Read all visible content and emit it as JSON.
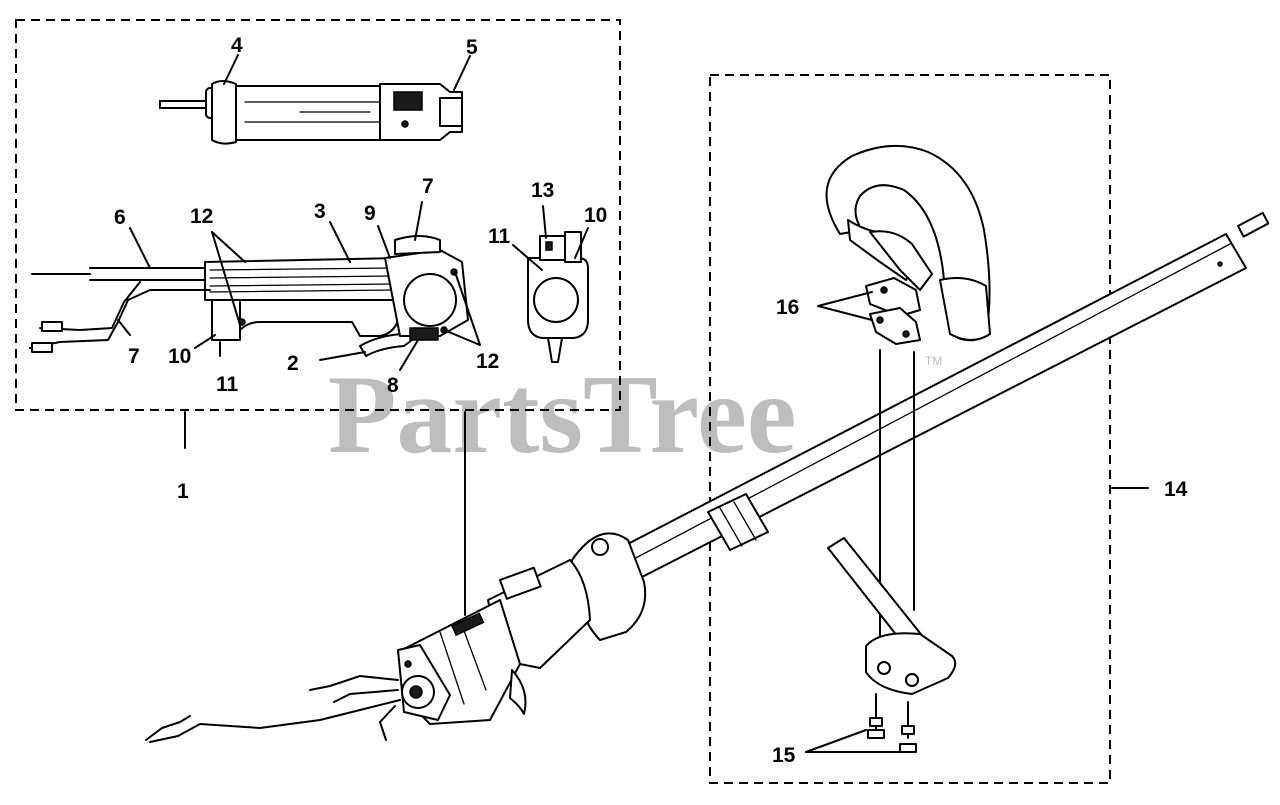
{
  "watermark": {
    "text": "PartsTree",
    "tm": "TM"
  },
  "callouts": [
    {
      "id": "c-1",
      "text": "1"
    },
    {
      "id": "c-2",
      "text": "2"
    },
    {
      "id": "c-3",
      "text": "3"
    },
    {
      "id": "c-4",
      "text": "4"
    },
    {
      "id": "c-5",
      "text": "5"
    },
    {
      "id": "c-6",
      "text": "6"
    },
    {
      "id": "c-7a",
      "text": "7"
    },
    {
      "id": "c-7b",
      "text": "7"
    },
    {
      "id": "c-8",
      "text": "8"
    },
    {
      "id": "c-9",
      "text": "9"
    },
    {
      "id": "c-10a",
      "text": "10"
    },
    {
      "id": "c-10b",
      "text": "10"
    },
    {
      "id": "c-11a",
      "text": "11"
    },
    {
      "id": "c-11b",
      "text": "11"
    },
    {
      "id": "c-12a",
      "text": "12"
    },
    {
      "id": "c-12b",
      "text": "12"
    },
    {
      "id": "c-13",
      "text": "13"
    },
    {
      "id": "c-14",
      "text": "14"
    },
    {
      "id": "c-15",
      "text": "15"
    },
    {
      "id": "c-16",
      "text": "16"
    }
  ]
}
